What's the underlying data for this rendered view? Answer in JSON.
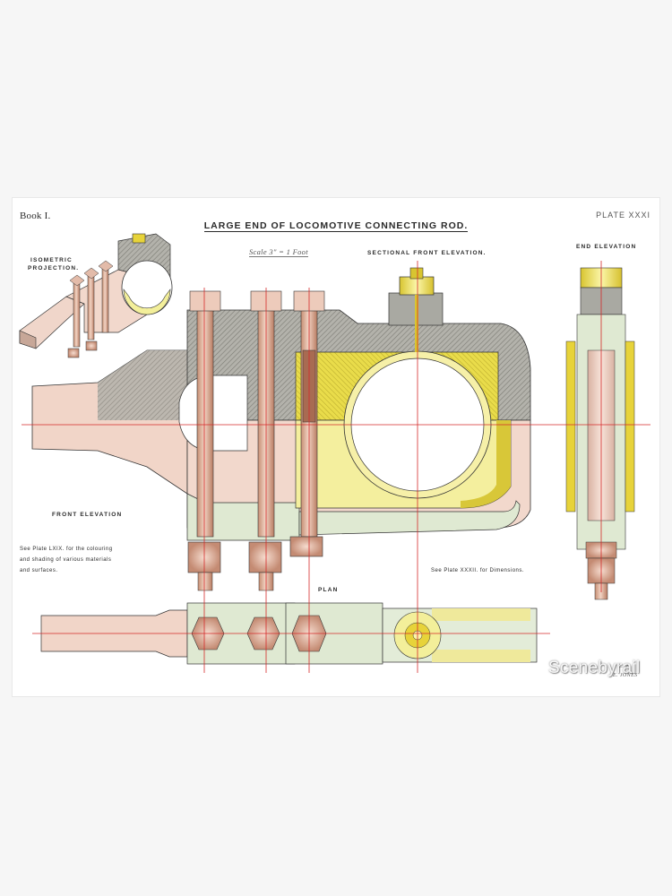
{
  "plate": {
    "book": "Book I.",
    "plate_number": "PLATE XXXI",
    "title": "LARGE END OF LOCOMOTIVE CONNECTING ROD.",
    "scale": "Scale 3\" = 1 Foot",
    "labels": {
      "isometric_line1": "ISOMETRIC",
      "isometric_line2": "PROJECTION.",
      "sectional_front_elevation": "SECTIONAL FRONT ELEVATION.",
      "end_elevation": "END ELEVATION",
      "front_elevation": "FRONT ELEVATION",
      "plan": "PLAN"
    },
    "notes": {
      "colouring_line1": "See Plate LXIX. for the colouring",
      "colouring_line2": "and shading of various materials",
      "colouring_line3": "and surfaces.",
      "dimensions": "See Plate XXXII. for Dimensions."
    },
    "signature_line1": "C. J.",
    "signature_line2": "E. JONES"
  },
  "watermark": "Scenebyrail",
  "colors": {
    "background": "#f6f6f6",
    "paper": "#ffffff",
    "steel_pink": "#f2d8cc",
    "bolt_copper": "#d9a890",
    "brass_yellow": "#f3ef9a",
    "brass_deep": "#e7d33a",
    "mint_green": "#dfe9d2",
    "section_grey": "#a9a9a2",
    "center_line_red": "#d52a2a"
  }
}
